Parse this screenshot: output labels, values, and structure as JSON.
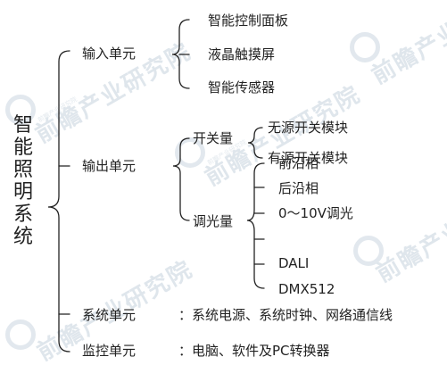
{
  "root": {
    "chars": [
      "智",
      "能",
      "照",
      "明",
      "系",
      "统"
    ]
  },
  "level1": {
    "input": "输入单元",
    "output": "输出单元",
    "system": "系统单元",
    "monitor": "监控单元"
  },
  "input_items": [
    "智能控制面板",
    "液晶触摸屏",
    "智能传感器"
  ],
  "output_groups": {
    "switch": {
      "label": "开关量",
      "items": [
        "无源开关模块",
        "有源开关模块"
      ]
    },
    "dimming": {
      "label": "调光量",
      "items": [
        "前沿相",
        "后沿相",
        "0～10V调光",
        "DALI",
        "DMX512"
      ]
    }
  },
  "system_detail": "：系统电源、系统时钟、网络通信线",
  "monitor_detail": "：电脑、软件及PC转换器",
  "watermark": {
    "text": "前瞻产业研究院",
    "sub": "前瞻产业研究院"
  },
  "colors": {
    "line": "#222222",
    "text": "#222222",
    "watermark": "#dfe6ec"
  }
}
